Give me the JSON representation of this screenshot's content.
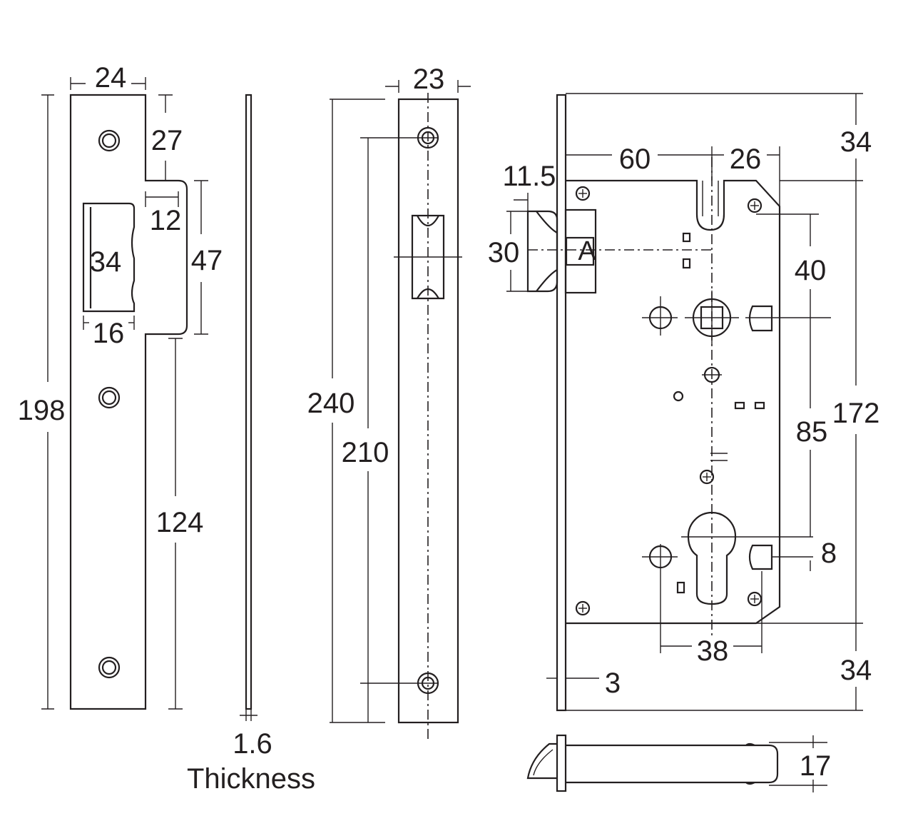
{
  "strike_plate": {
    "width": "24",
    "top_to_opening": "27",
    "lip_offset": "12",
    "opening_height": "34",
    "lip_height": "47",
    "opening_width": "16",
    "total_height": "198",
    "lower_length": "124"
  },
  "side_profile": {
    "thickness_value": "1.6",
    "thickness_label": "Thickness"
  },
  "faceplate": {
    "width": "23",
    "total_height": "240",
    "hole_spacing": "210"
  },
  "lock_body": {
    "latch_offset": "11.5",
    "latch_height": "30",
    "backset": "60",
    "slot_offset": "26",
    "top_margin": "34",
    "to_spindle": "40",
    "spindle_to_cylinder": "85",
    "case_height": "172",
    "cylinder_offset": "8",
    "hole_spacing": "38",
    "faceplate_thickness": "3",
    "bottom_margin": "34",
    "depth": "17"
  }
}
